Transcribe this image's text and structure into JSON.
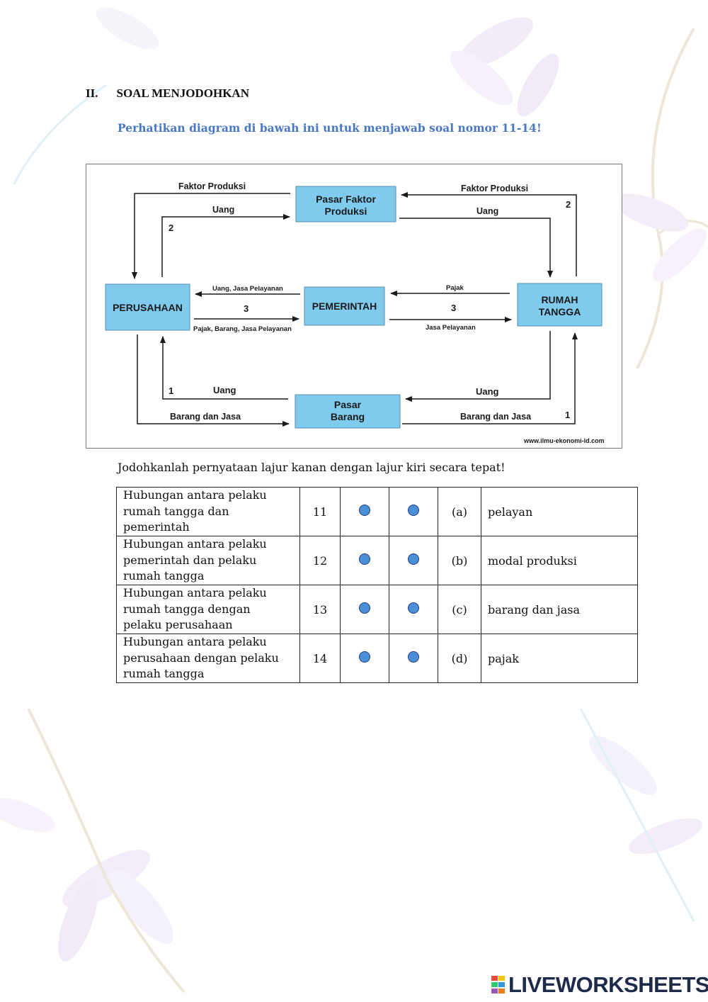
{
  "section": {
    "number": "II.",
    "title": "SOAL MENJODOHKAN"
  },
  "instruction": "Perhatikan diagram di bawah ini untuk menjawab soal nomor 11-14!",
  "diagram": {
    "boxes": {
      "pasar_faktor": [
        "Pasar Faktor",
        "Produksi"
      ],
      "perusahaan": "PERUSAHAAN",
      "pemerintah": "PEMERINTAH",
      "rumah_tangga": [
        "RUMAH",
        "TANGGA"
      ],
      "pasar_barang": [
        "Pasar",
        "Barang"
      ]
    },
    "labels": {
      "faktor_produksi_left": "Faktor Produksi",
      "uang_top_left": "Uang",
      "num2_left": "2",
      "faktor_produksi_right": "Faktor Produksi",
      "uang_top_right": "Uang",
      "num2_right": "2",
      "uang_jasa_pelayanan": "Uang, Jasa Pelayanan",
      "num3_left": "3",
      "pajak_barang_jasa": "Pajak, Barang, Jasa Pelayanan",
      "pajak": "Pajak",
      "num3_right": "3",
      "jasa_pelayanan": "Jasa Pelayanan",
      "num1_left": "1",
      "uang_bottom_left": "Uang",
      "barang_jasa_left": "Barang dan Jasa",
      "uang_bottom_right": "Uang",
      "barang_jasa_right": "Barang dan Jasa",
      "num1_right": "1",
      "source": "www.ilmu-ekonomi-id.com"
    },
    "box_color": "#7ecbee"
  },
  "match_instruction": "Jodohkanlah pernyataan lajur kanan dengan lajur kiri secara tepat!",
  "rows": [
    {
      "statement": [
        "Hubungan antara pelaku",
        "rumah tangga dan",
        "pemerintah"
      ],
      "number": "11",
      "letter": "(a)",
      "answer": "pelayan"
    },
    {
      "statement": [
        "Hubungan antara pelaku",
        "pemerintah dan pelaku",
        "rumah tangga"
      ],
      "number": "12",
      "letter": "(b)",
      "answer": "modal produksi"
    },
    {
      "statement": [
        "Hubungan antara pelaku",
        "rumah tangga dengan",
        "pelaku perusahaan"
      ],
      "number": "13",
      "letter": "(c)",
      "answer": "barang dan jasa"
    },
    {
      "statement": [
        "Hubungan antara pelaku",
        "perusahaan dengan pelaku",
        "rumah tangga"
      ],
      "number": "14",
      "letter": "(d)",
      "answer": "pajak"
    }
  ],
  "brand": "LIVEWORKSHEETS"
}
